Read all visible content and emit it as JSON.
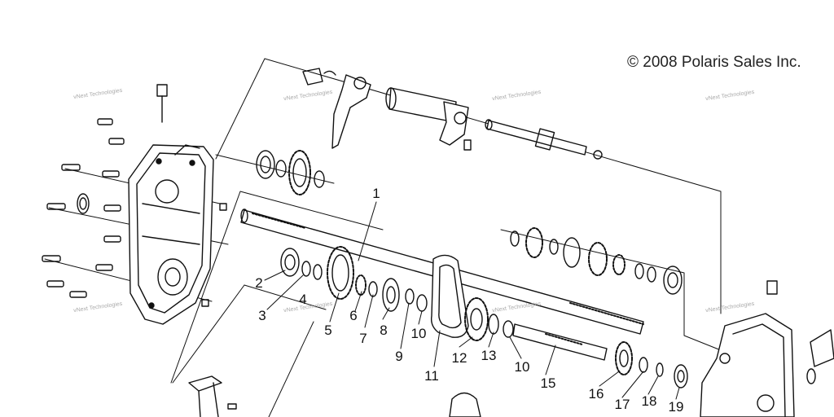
{
  "copyright": "© 2008 Polaris Sales Inc.",
  "watermark": "vNext Technologies",
  "callouts": [
    "1",
    "2",
    "3",
    "4",
    "5",
    "6",
    "7",
    "8",
    "9",
    "10",
    "10",
    "11",
    "12",
    "13",
    "15",
    "16",
    "17",
    "18",
    "19"
  ],
  "colors": {
    "line": "#111111",
    "watermark": "#aaaaaa",
    "background": "#ffffff"
  }
}
